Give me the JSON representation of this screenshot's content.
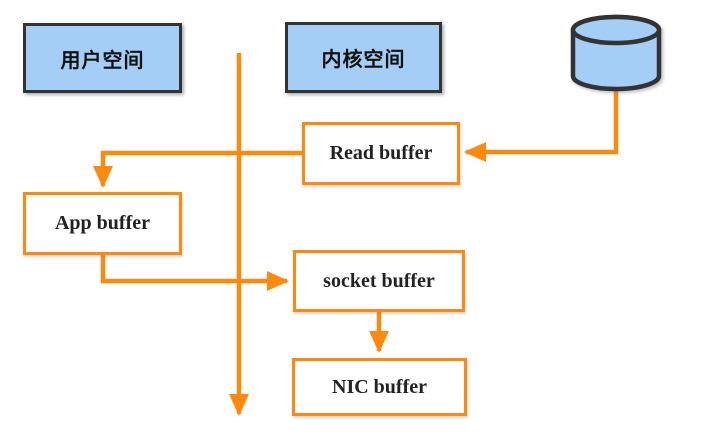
{
  "regions": {
    "user_space": "用户空间",
    "kernel_space": "内核空间"
  },
  "buffers": {
    "read": "Read buffer",
    "app": "App buffer",
    "socket": "socket buffer",
    "nic": "NIC buffer"
  },
  "icons": {
    "database": "database-icon"
  },
  "colors": {
    "connector_orange": "#FB8A0E",
    "region_fill": "#A4CEF5",
    "region_border": "#333333",
    "buffer_fill": "#FFFFFF",
    "buffer_border": "#FB8A0E",
    "text": "#111111"
  },
  "flows": [
    {
      "from": "database",
      "to": "read-buffer"
    },
    {
      "from": "read-buffer",
      "to": "app-buffer"
    },
    {
      "from": "app-buffer",
      "to": "socket-buffer"
    },
    {
      "from": "socket-buffer",
      "to": "nic-buffer"
    },
    {
      "from": "space-boundary-top",
      "to": "space-boundary-bottom"
    }
  ]
}
